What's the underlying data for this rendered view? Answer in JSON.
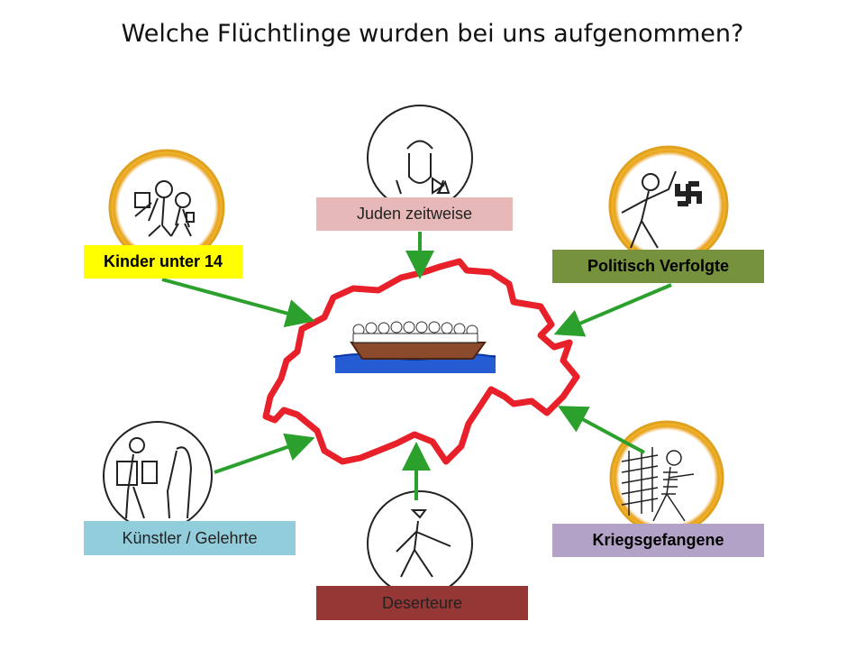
{
  "title": "Welche Flüchtlinge wurden bei uns aufgenommen?",
  "groups": [
    {
      "id": "kinder",
      "label": "Kinder unter 14",
      "color": "#ffff00",
      "icon": "children-icon"
    },
    {
      "id": "juden",
      "label": "Juden zeitweise",
      "color": "#e6b8b8",
      "icon": "jewish-man-icon"
    },
    {
      "id": "politisch",
      "label": "Politisch Verfolgte",
      "color": "#76923c",
      "icon": "political-persecution-icon"
    },
    {
      "id": "kuenstler",
      "label": "Künstler / Gelehrte",
      "color": "#92cddc",
      "icon": "artists-scholars-icon"
    },
    {
      "id": "deserteure",
      "label": "Deserteure",
      "color": "#953735",
      "icon": "deserter-soldier-icon"
    },
    {
      "id": "kriegs",
      "label": "Kriegsgefangene",
      "color": "#b3a2c7",
      "icon": "prisoner-of-war-icon"
    }
  ],
  "center": {
    "icon": "switzerland-map-with-boat-icon",
    "outline_color": "#e8202a",
    "arrow_color": "#2ca02c"
  }
}
